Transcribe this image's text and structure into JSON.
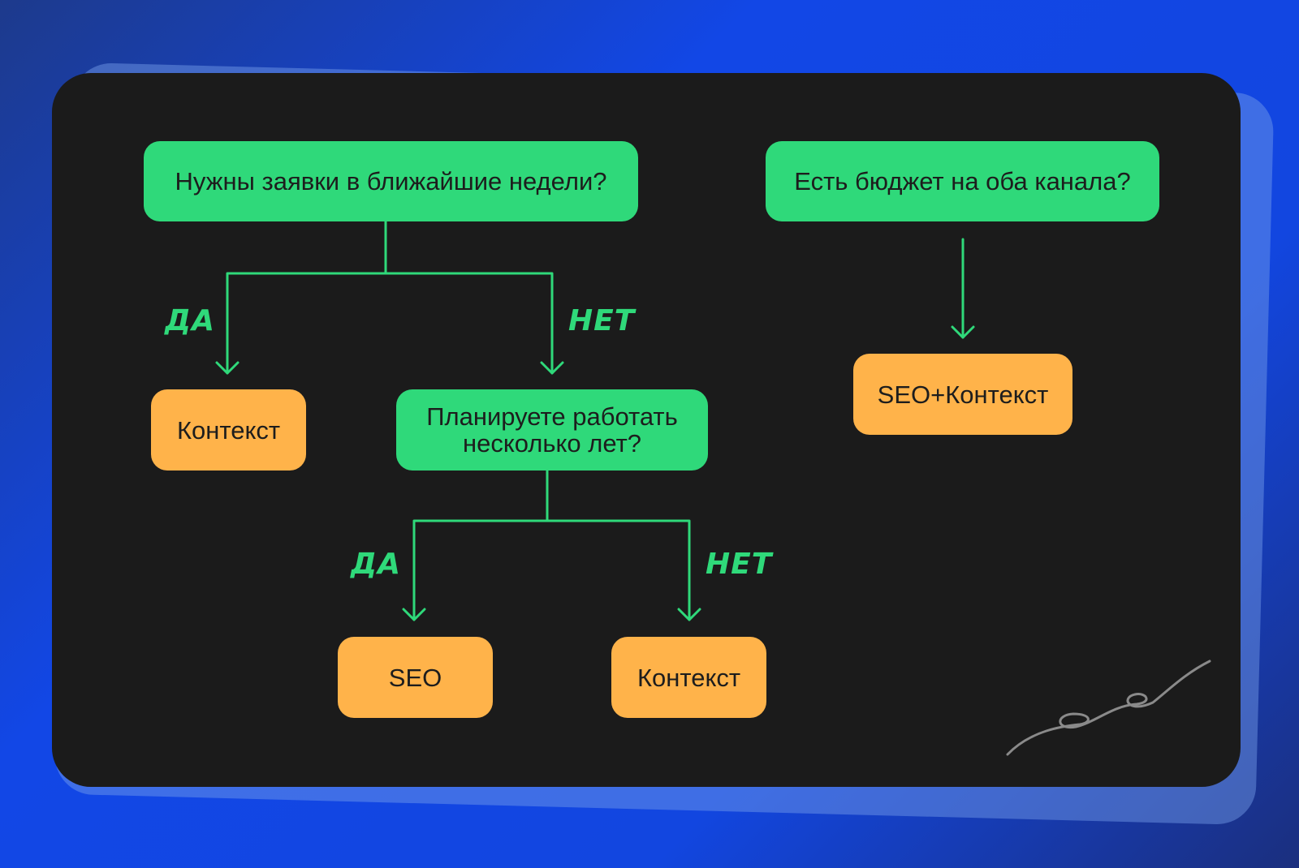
{
  "diagram": {
    "q1": "Нужны заявки в ближайшие недели?",
    "q2": "Есть бюджет на оба канала?",
    "q3": "Планируете работать несколько лет?",
    "r_context_1": "Контекст",
    "r_seo": "SEO",
    "r_context_2": "Контекст",
    "r_both": "SEO+Контекст",
    "yes_1": "ДА",
    "no_1": "НЕТ",
    "yes_2": "ДА",
    "no_2": "НЕТ"
  },
  "colors": {
    "question": "#2fd97a",
    "result": "#ffb34a",
    "arrow": "#2fd97a",
    "card": "#1b1b1b"
  }
}
